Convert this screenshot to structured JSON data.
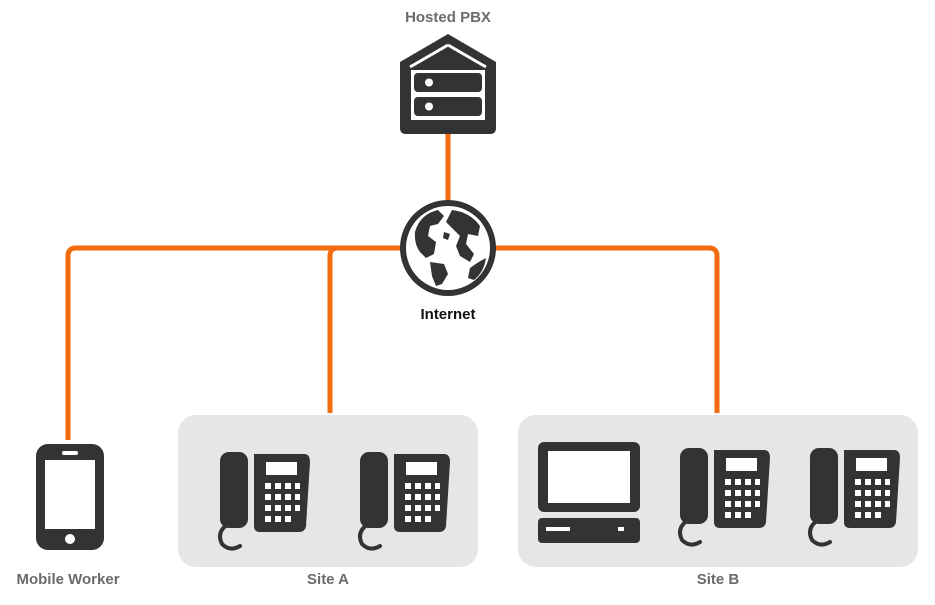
{
  "labels": {
    "hosted_pbx": "Hosted PBX",
    "internet": "Internet",
    "mobile_worker": "Mobile Worker",
    "site_a": "Site A",
    "site_b": "Site B"
  },
  "icons": {
    "pbx": "server-house-icon",
    "internet": "globe-icon",
    "mobile": "smartphone-icon",
    "phone": "desk-phone-icon",
    "computer": "desktop-computer-icon"
  },
  "colors": {
    "link": "#f26b0f",
    "icon": "#333333",
    "site_box": "#e6e6e6",
    "label": "#6b6b6b"
  }
}
